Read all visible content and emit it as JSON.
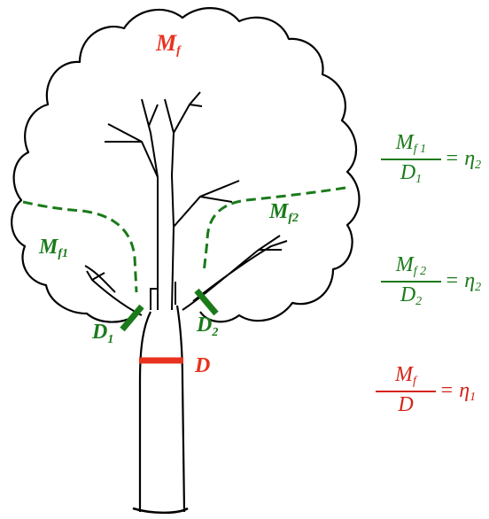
{
  "colors": {
    "green": "#1a7a1a",
    "red": "#e8321e",
    "eq_red": "#d42418",
    "ink": "#000000"
  },
  "labels": {
    "crown_mass": {
      "main": "M",
      "sub": "f"
    },
    "left_branch_mass": {
      "main": "M",
      "sub": "f1"
    },
    "right_branch_mass": {
      "main": "M",
      "sub": "f2"
    },
    "left_branch_diameter": {
      "main": "D",
      "sub": "1"
    },
    "right_branch_diameter": {
      "main": "D",
      "sub": "2"
    },
    "trunk_diameter": {
      "main": "D"
    }
  },
  "equations": [
    {
      "num_main": "M",
      "num_sub": "f 1",
      "den_main": "D",
      "den_sub": "1",
      "eq": "=",
      "rhs_main": "η",
      "rhs_sub": "2"
    },
    {
      "num_main": "M",
      "num_sub": "f 2",
      "den_main": "D",
      "den_sub": "2",
      "eq": "=",
      "rhs_main": "η",
      "rhs_sub": "2"
    },
    {
      "num_main": "M",
      "num_sub": "f",
      "den_main": "D",
      "den_sub": "",
      "eq": "=",
      "rhs_main": "η",
      "rhs_sub": "1"
    }
  ]
}
